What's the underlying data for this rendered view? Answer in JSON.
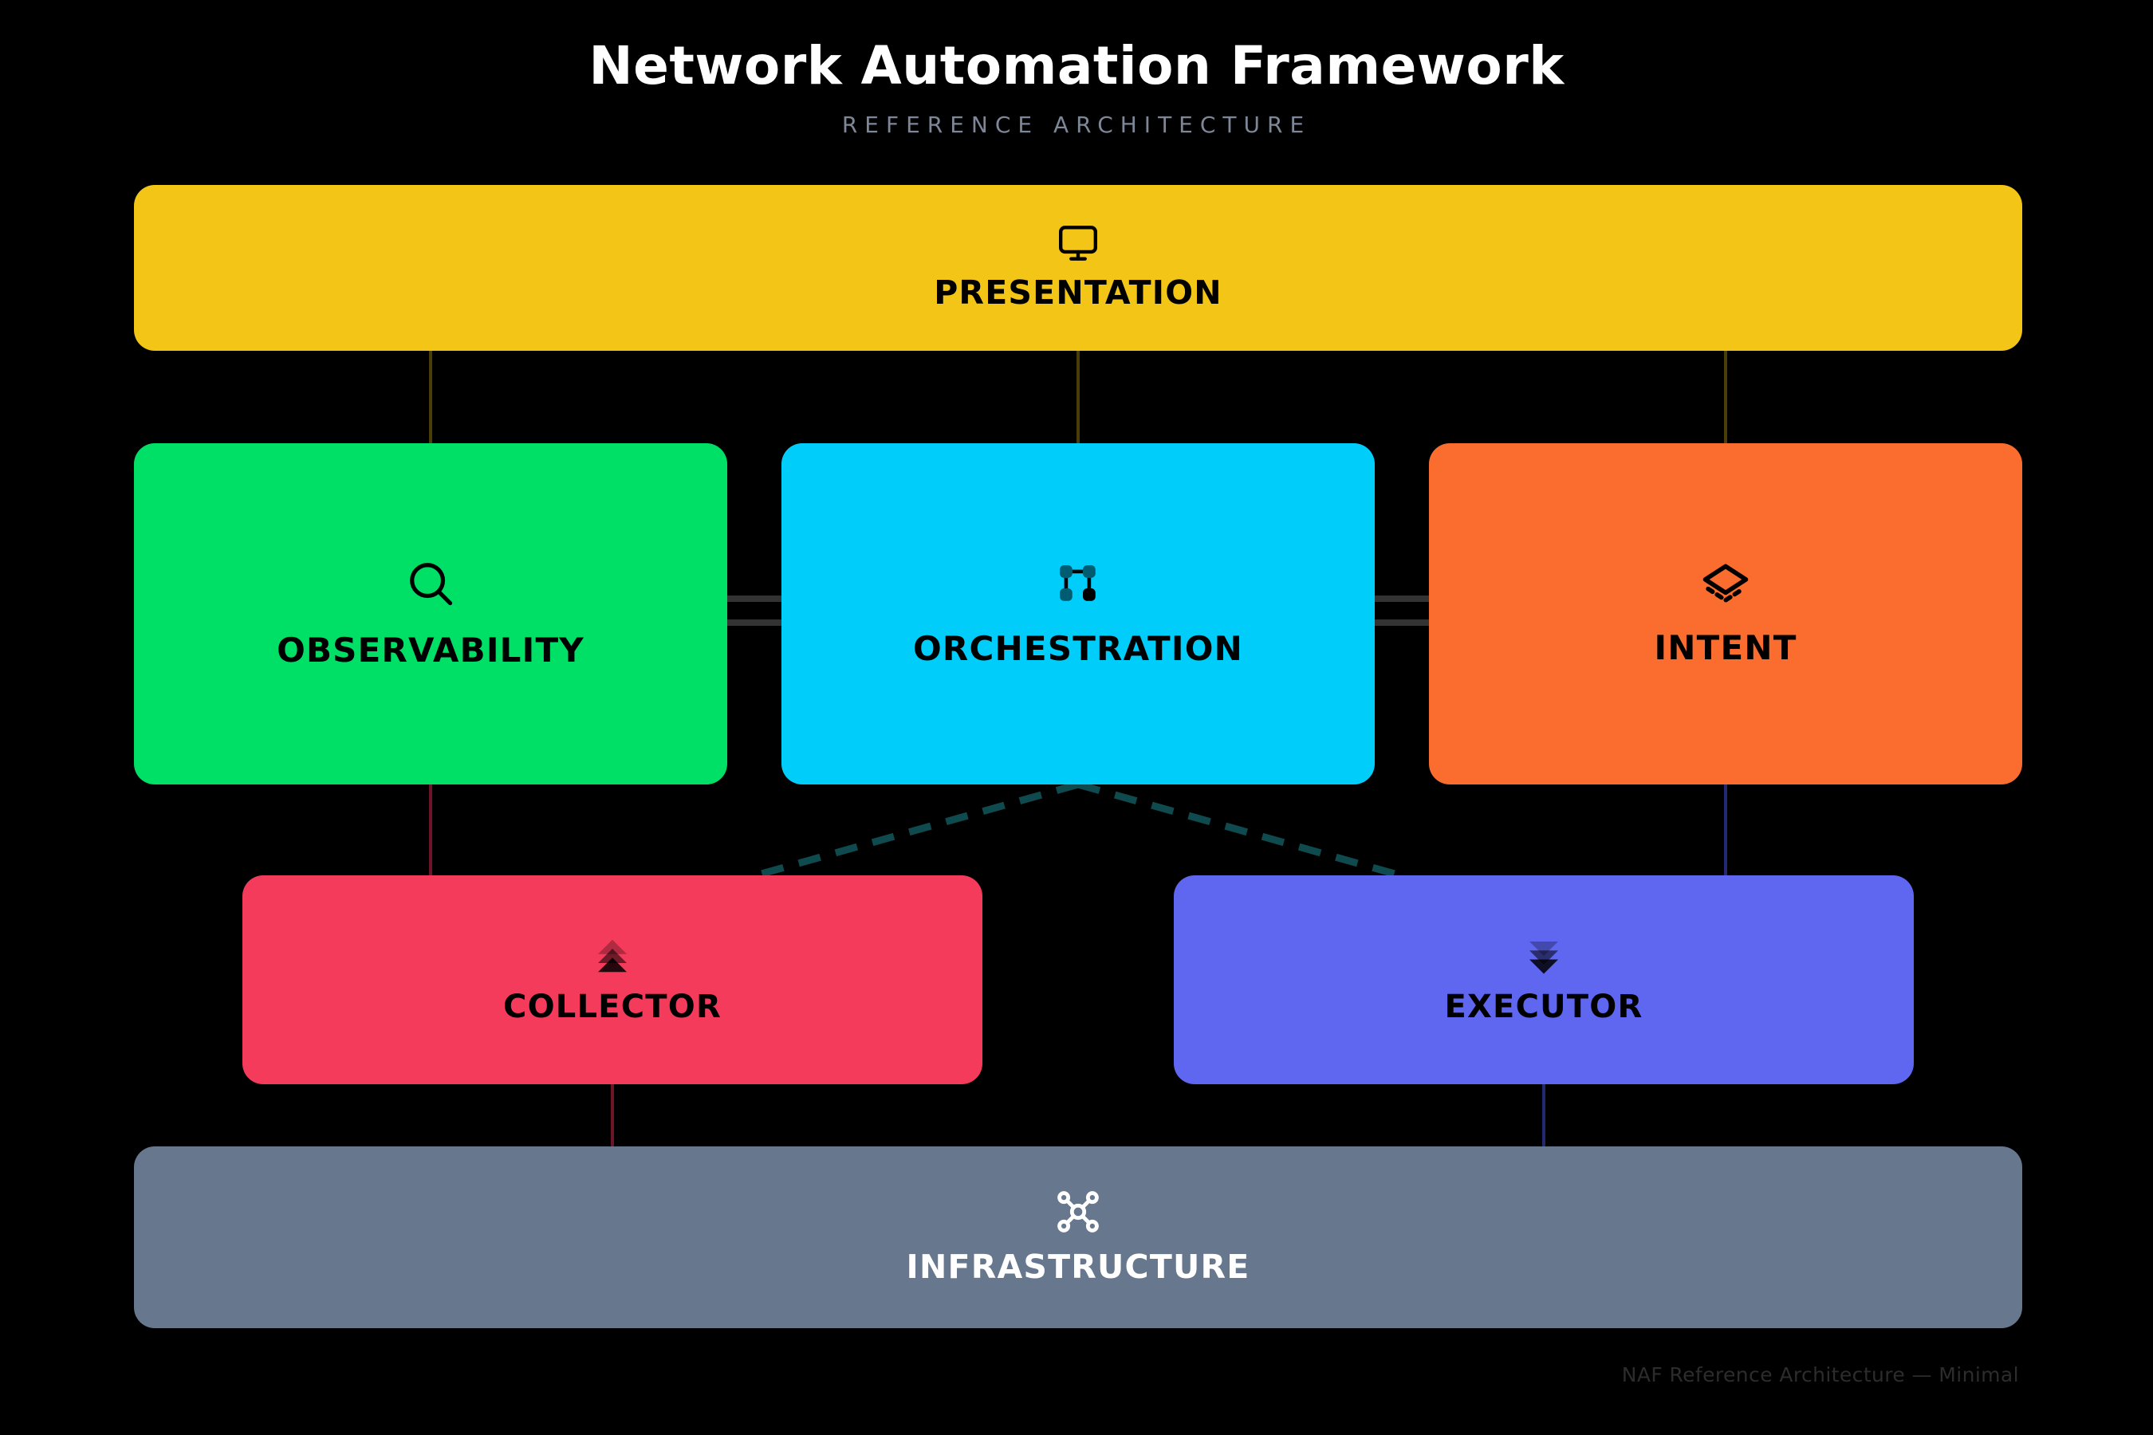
{
  "header": {
    "title": "Network Automation Framework",
    "subtitle": "REFERENCE ARCHITECTURE"
  },
  "footer": {
    "text": "NAF Reference Architecture — Minimal"
  },
  "palette": {
    "background": "#000000",
    "presentation": "#F2C517",
    "observability": "#00DF66",
    "orchestration": "#00CDFA",
    "intent": "#FB6D2E",
    "collector": "#F43B5C",
    "executor": "#5F66F0",
    "infrastructure": "#67778E",
    "title_text": "#FFFFFF",
    "subtitle_text": "#7D8798",
    "footer_text": "#2C2C2C",
    "link_presentation": "#4A3D08",
    "link_peer": "#333333",
    "link_dashed": "#0F4B4E",
    "link_collector": "#6B1526",
    "link_executor": "#232873"
  },
  "nodes": [
    {
      "id": "presentation",
      "label": "PRESENTATION",
      "icon": "monitor-icon",
      "layer": "top"
    },
    {
      "id": "observability",
      "label": "OBSERVABILITY",
      "icon": "search-icon",
      "layer": "middle"
    },
    {
      "id": "orchestration",
      "label": "ORCHESTRATION",
      "icon": "nodes-icon",
      "layer": "middle"
    },
    {
      "id": "intent",
      "label": "INTENT",
      "icon": "layers-icon",
      "layer": "middle"
    },
    {
      "id": "collector",
      "label": "COLLECTOR",
      "icon": "chevrons-up-icon",
      "layer": "lower"
    },
    {
      "id": "executor",
      "label": "EXECUTOR",
      "icon": "chevrons-down-icon",
      "layer": "lower"
    },
    {
      "id": "infrastructure",
      "label": "INFRASTRUCTURE",
      "icon": "network-hub-icon",
      "layer": "bottom"
    }
  ],
  "links": [
    {
      "from": "presentation",
      "to": "observability",
      "style": "solid"
    },
    {
      "from": "presentation",
      "to": "orchestration",
      "style": "solid"
    },
    {
      "from": "presentation",
      "to": "intent",
      "style": "solid"
    },
    {
      "from": "observability",
      "to": "orchestration",
      "style": "solid-peer"
    },
    {
      "from": "orchestration",
      "to": "intent",
      "style": "solid-peer"
    },
    {
      "from": "observability",
      "to": "collector",
      "style": "solid"
    },
    {
      "from": "orchestration",
      "to": "collector",
      "style": "dashed"
    },
    {
      "from": "orchestration",
      "to": "executor",
      "style": "dashed"
    },
    {
      "from": "intent",
      "to": "executor",
      "style": "solid"
    },
    {
      "from": "collector",
      "to": "infrastructure",
      "style": "solid"
    },
    {
      "from": "executor",
      "to": "infrastructure",
      "style": "solid"
    }
  ]
}
